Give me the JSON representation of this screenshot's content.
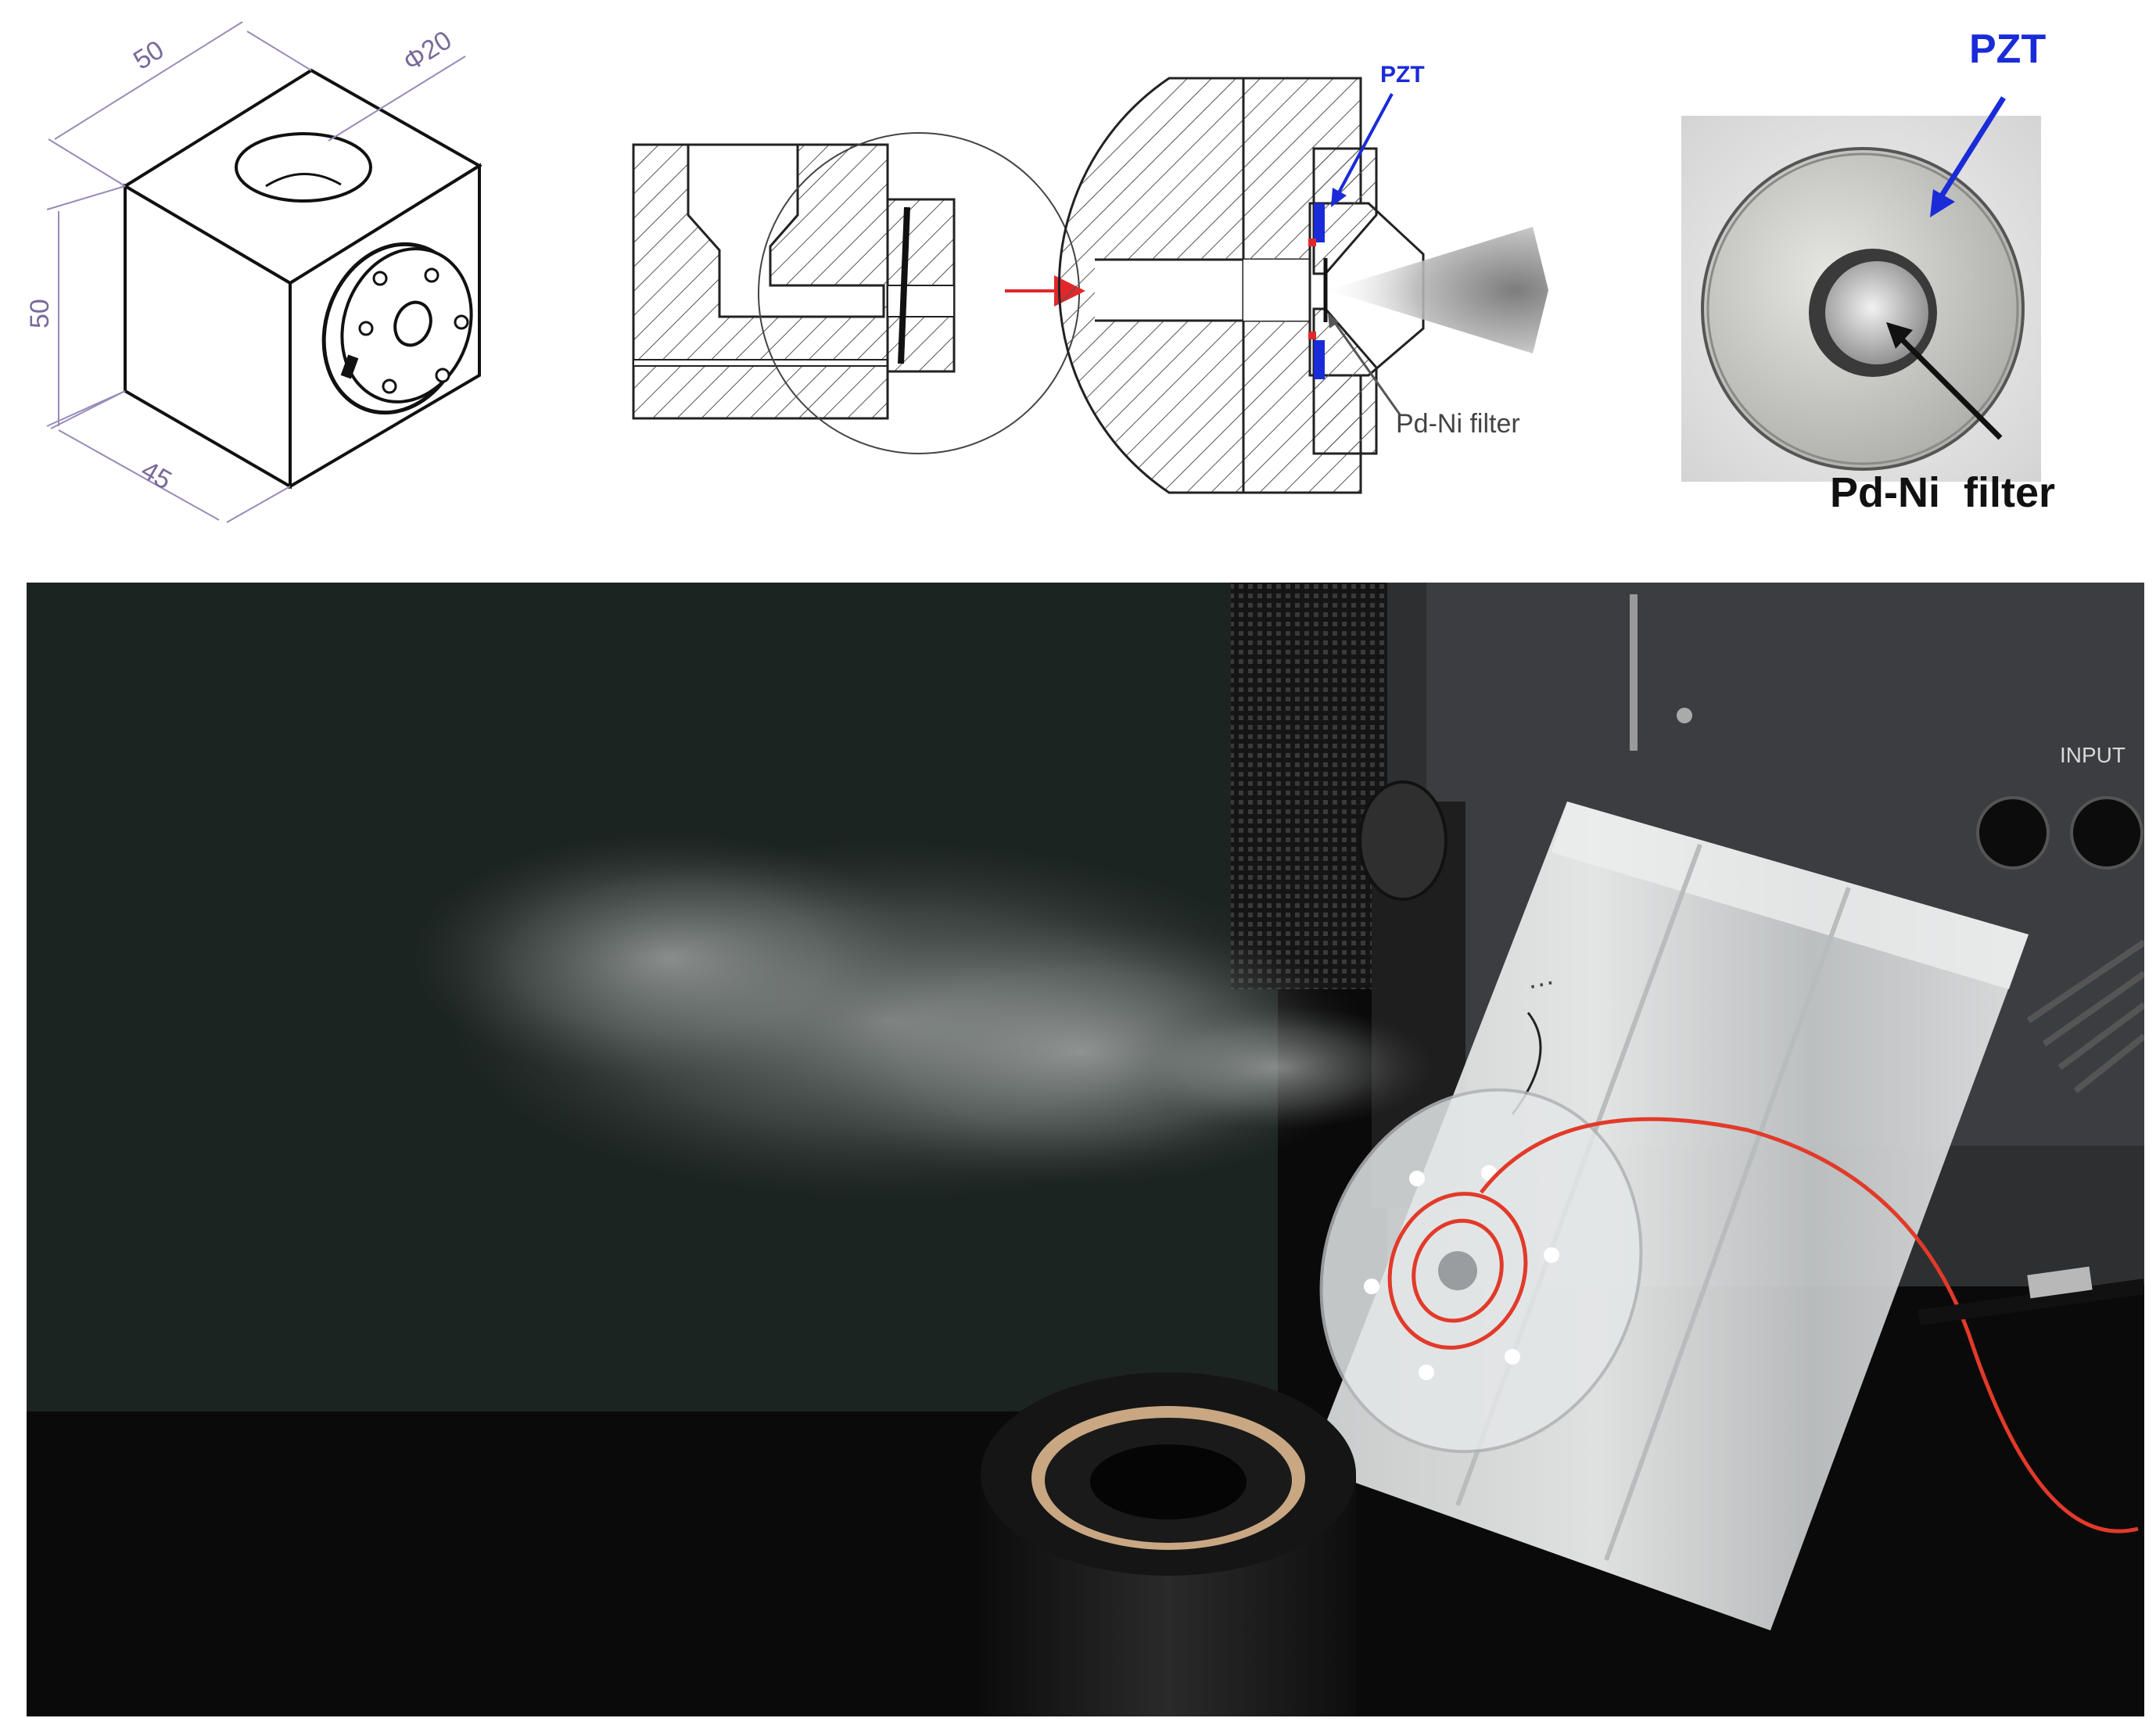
{
  "isometric_drawing": {
    "dim_depth": "50",
    "dim_diameter": "Φ20",
    "dim_height": "50",
    "dim_width": "45"
  },
  "section_drawing": {
    "pzt_label": "PZT",
    "filter_label": "Pd-Ni filter"
  },
  "filter_photo": {
    "pzt_label": "PZT",
    "filter_label": "Pd-Ni  filter"
  },
  "apparatus_photo": {
    "panel_label": "INPUT"
  },
  "colors": {
    "pzt_blue": "#1a2bd8",
    "arrow_red": "#e0282a",
    "wire_red": "#e23a2a",
    "background_dark": "#1c2421"
  }
}
